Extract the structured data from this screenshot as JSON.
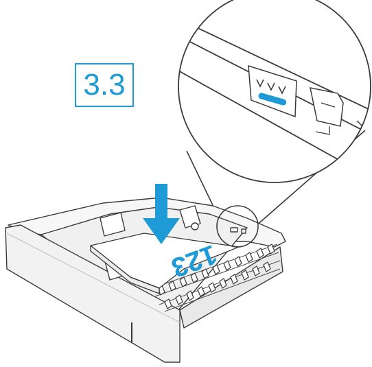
{
  "step": {
    "label": "3.3"
  },
  "paper": {
    "label": "123"
  },
  "colors": {
    "accent": "#1e9bd7",
    "outline": "#3a3a3a",
    "tray_fill": "#f4f4f4"
  },
  "icons": [
    "down-arrow-icon",
    "max-fill-marks-icon",
    "magnifier-callout"
  ]
}
